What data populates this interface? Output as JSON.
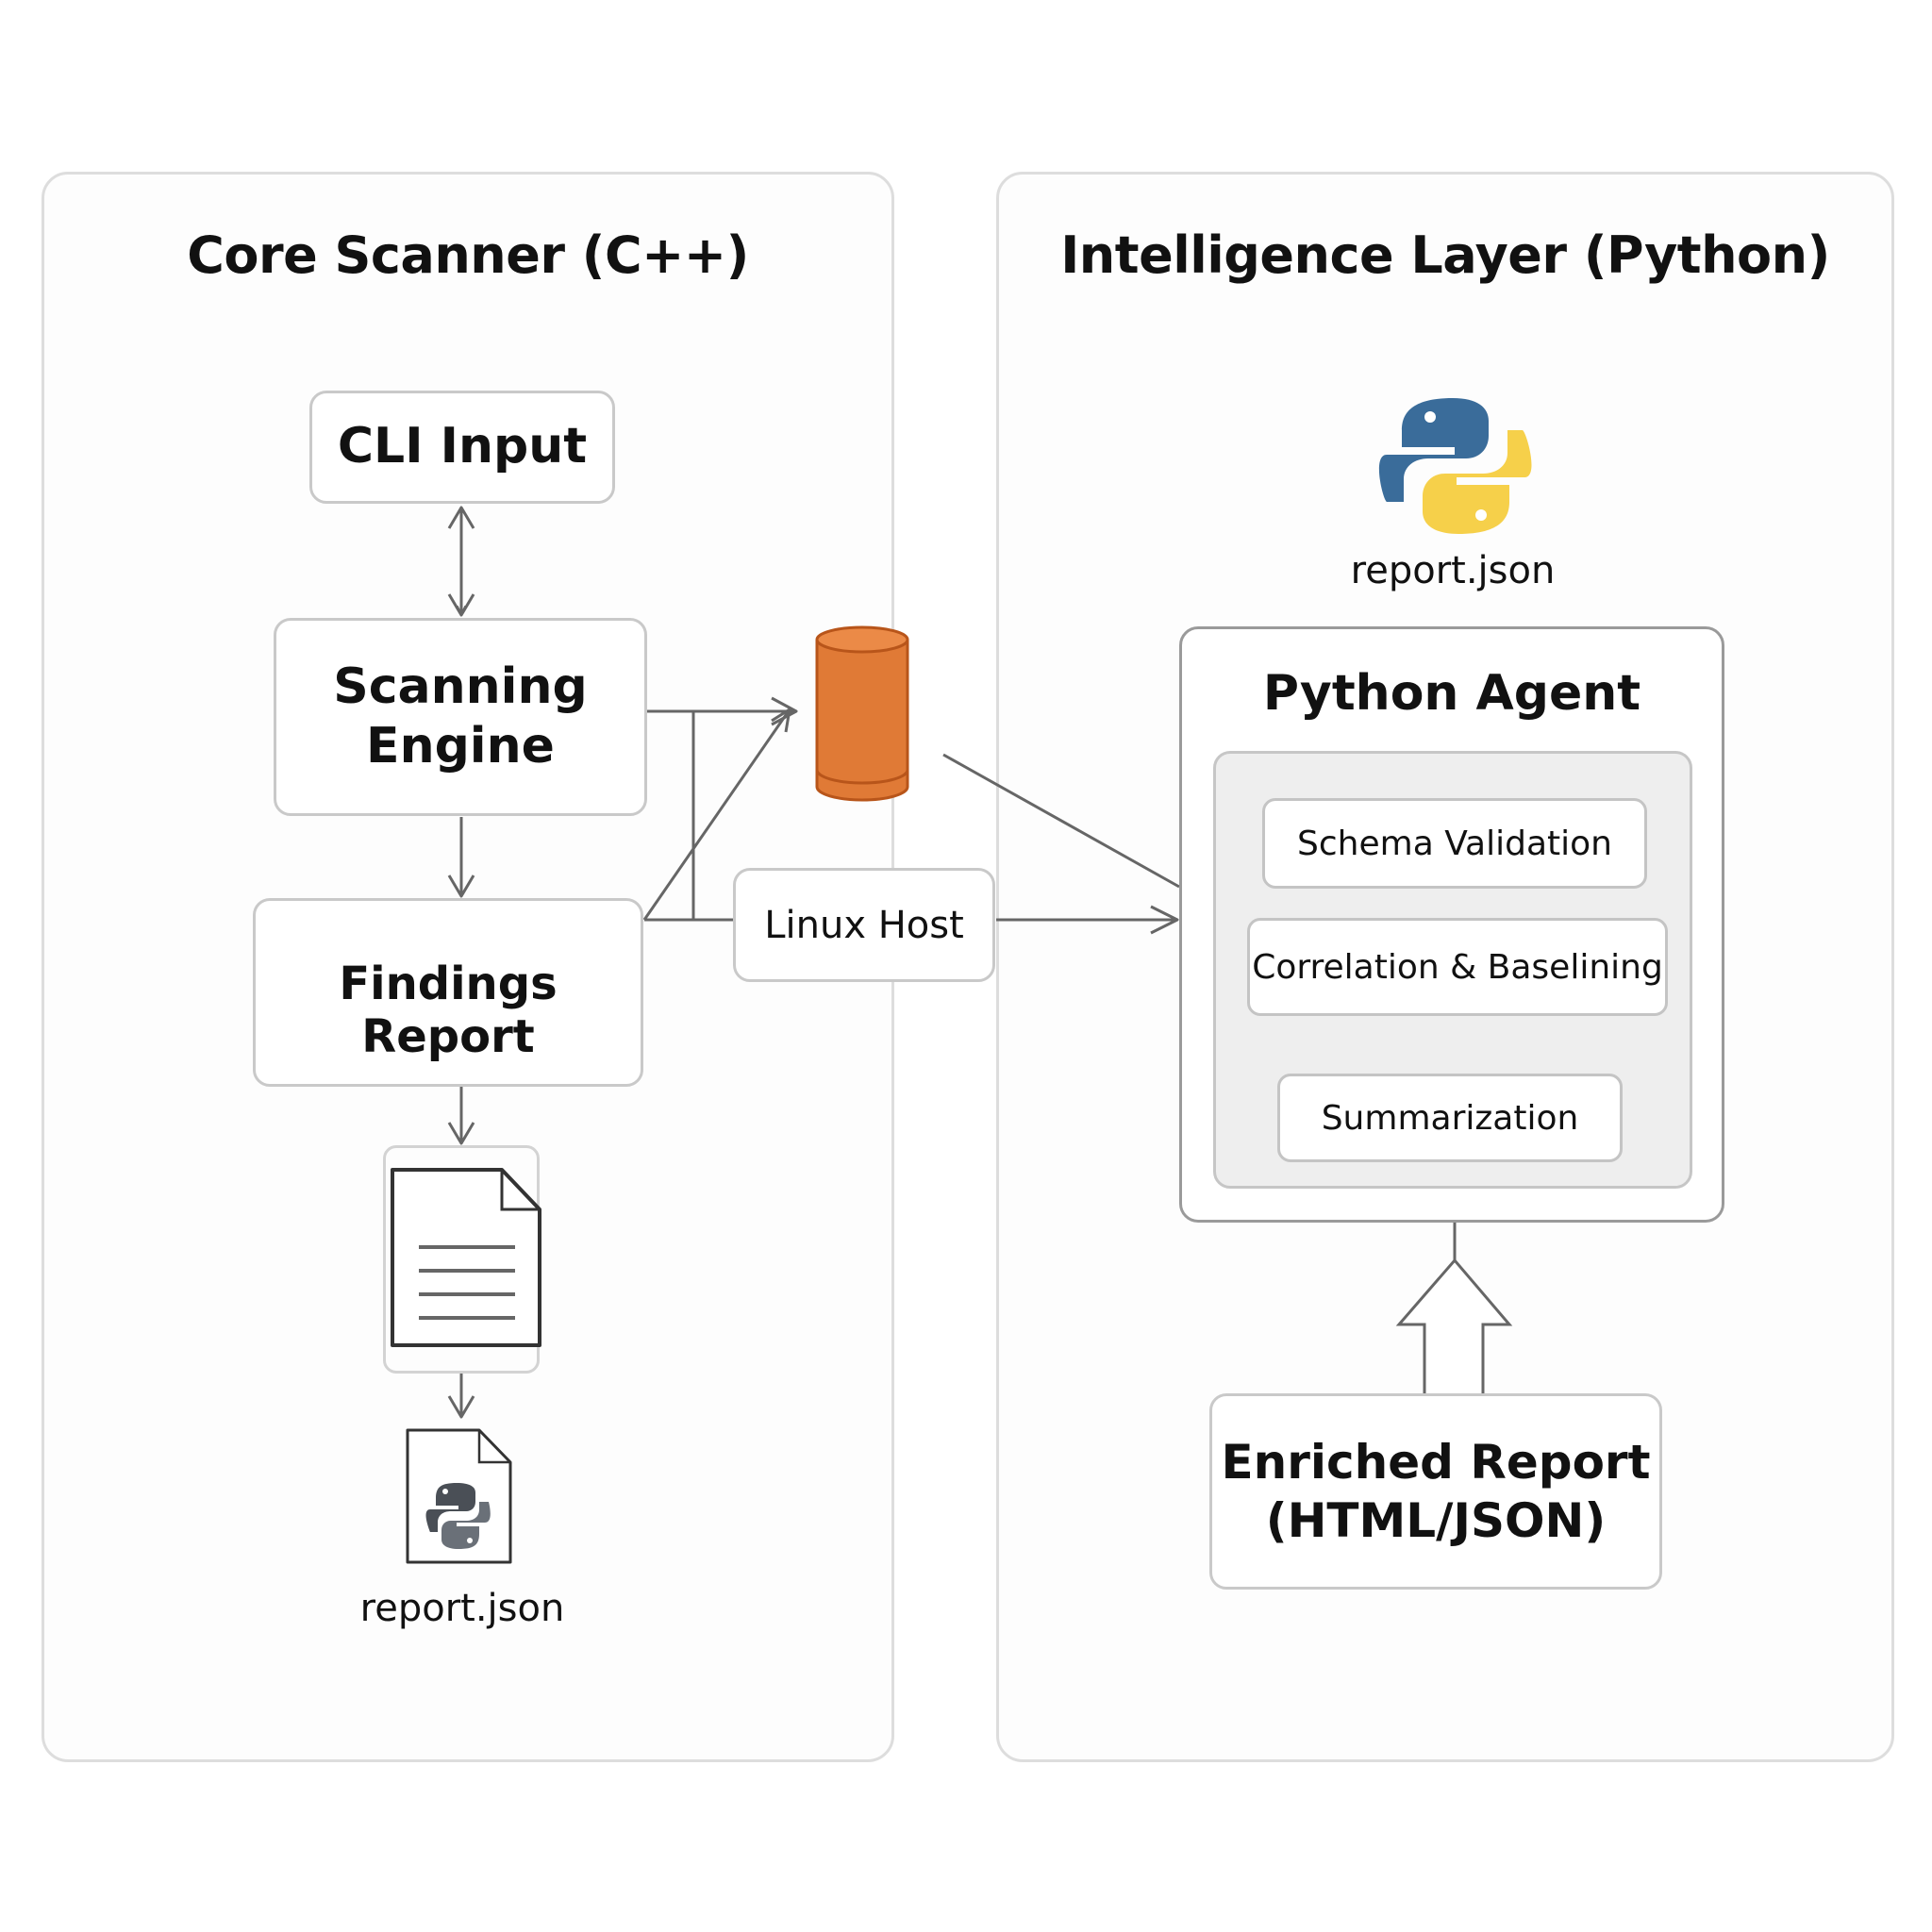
{
  "left_panel": {
    "title": "Core Scanner (C++)",
    "nodes": {
      "cli_input": "CLI Input",
      "scanning_engine": "Scanning\nEngine",
      "findings_report": "Findings Report",
      "report_file": "report.json"
    }
  },
  "middle": {
    "linux_host": "Linux Host",
    "database_color": "#e07a36"
  },
  "right_panel": {
    "title": "Intelligence Layer (Python)",
    "python_logo_label": "report.json",
    "agent": {
      "title": "Python Agent",
      "steps": [
        "Schema Validation",
        "Correlation & Baselining",
        "Summarization"
      ]
    },
    "output": "Enriched Report\n(HTML/JSON)"
  },
  "colors": {
    "python_blue": "#3a6c9a",
    "python_yellow": "#f6d04a",
    "connector": "#666666"
  }
}
